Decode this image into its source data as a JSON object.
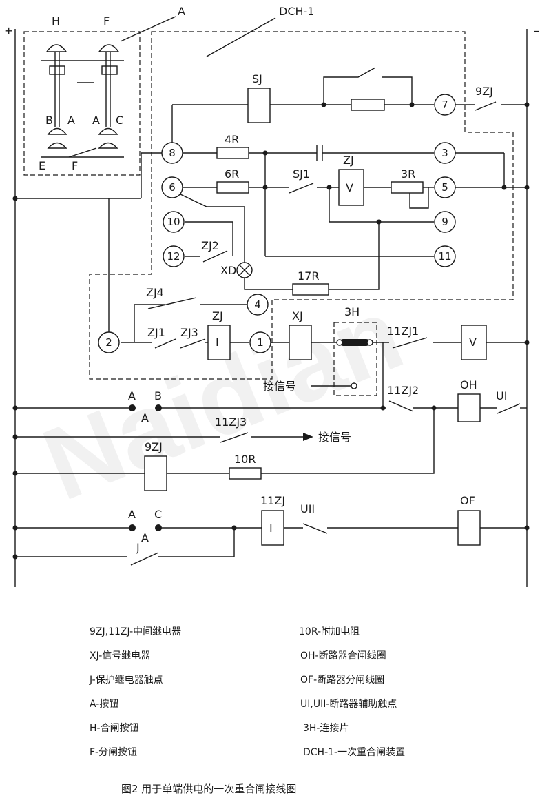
{
  "diagram": {
    "rails": {
      "plus": "+",
      "minus": "–"
    },
    "labels": {
      "H": "H",
      "F_top": "F",
      "A_box": "A",
      "DCH": "DCH-1",
      "B_left": "B",
      "A_left": "A",
      "A_right": "A",
      "C_right": "C",
      "E_bottom": "E",
      "F_bottom": "F",
      "SJ": "SJ",
      "ZJ9": "9ZJ",
      "R4": "4R",
      "R6": "6R",
      "SJ1": "SJ1",
      "ZJ_top": "ZJ",
      "V_top": "V",
      "R3": "3R",
      "ZJ2": "ZJ2",
      "XD": "XD",
      "R17": "17R",
      "ZJ4": "ZJ4",
      "ZJ_mid": "ZJ",
      "XJ": "XJ",
      "H3": "3H",
      "ZJ1": "ZJ1",
      "ZJ3": "ZJ3",
      "I_mid": "I",
      "ZJ1_11": "11ZJ1",
      "V_right": "V",
      "signal1": "接信号",
      "A_sw1": "A",
      "B_sw1": "B",
      "A_sw1_below": "A",
      "ZJ2_11": "11ZJ2",
      "OH": "OH",
      "UI": "UI",
      "ZJ3_11": "11ZJ3",
      "signal2": "接信号",
      "ZJ9_coil": "9ZJ",
      "R10": "10R",
      "A_sw2": "A",
      "C_sw2": "C",
      "A_sw2_below": "A",
      "ZJ11": "11ZJ",
      "I_low": "I",
      "UII": "UII",
      "OF": "OF",
      "J": "J"
    },
    "terminals": [
      "1",
      "2",
      "3",
      "4",
      "5",
      "6",
      "7",
      "8",
      "9",
      "10",
      "11",
      "12"
    ],
    "watermark": "Naidian"
  },
  "legend": {
    "left": [
      "9ZJ,11ZJ-中间继电器",
      "XJ-信号继电器",
      "J-保护继电器触点",
      "A-按钮",
      "H-合闸按钮",
      "F-分闸按钮"
    ],
    "right": [
      "10R-附加电阻",
      "OH-断路器合闸线圈",
      "OF-断路器分闸线圈",
      "UI,UII-断路器辅助触点",
      "3H-连接片",
      "DCH-1-一次重合闸装置"
    ]
  },
  "caption": "图2 用于单端供电的一次重合闸接线图"
}
